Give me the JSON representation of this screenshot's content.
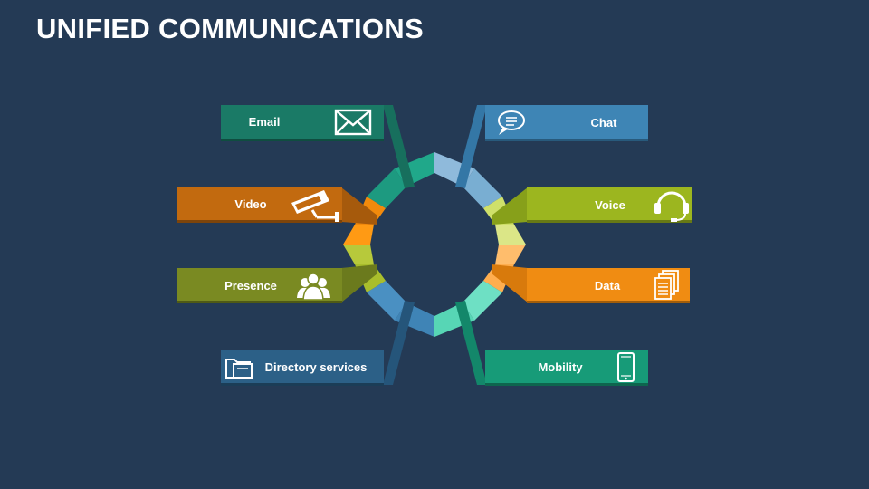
{
  "title": "UNIFIED COMMUNICATIONS",
  "items": [
    {
      "label": "Email",
      "color": "#1a7a66",
      "icon": "envelope-icon"
    },
    {
      "label": "Chat",
      "color": "#3e85b5",
      "icon": "chat-bubble-icon"
    },
    {
      "label": "Video",
      "color": "#c26a0f",
      "icon": "security-camera-icon"
    },
    {
      "label": "Voice",
      "color": "#9cb61f",
      "icon": "headset-icon"
    },
    {
      "label": "Presence",
      "color": "#7a8a22",
      "icon": "user-group-icon"
    },
    {
      "label": "Data",
      "color": "#f08c12",
      "icon": "documents-icon"
    },
    {
      "label": "Directory services",
      "color": "#2c6087",
      "icon": "folder-icon"
    },
    {
      "label": "Mobility",
      "color": "#179b78",
      "icon": "smartphone-icon"
    }
  ]
}
